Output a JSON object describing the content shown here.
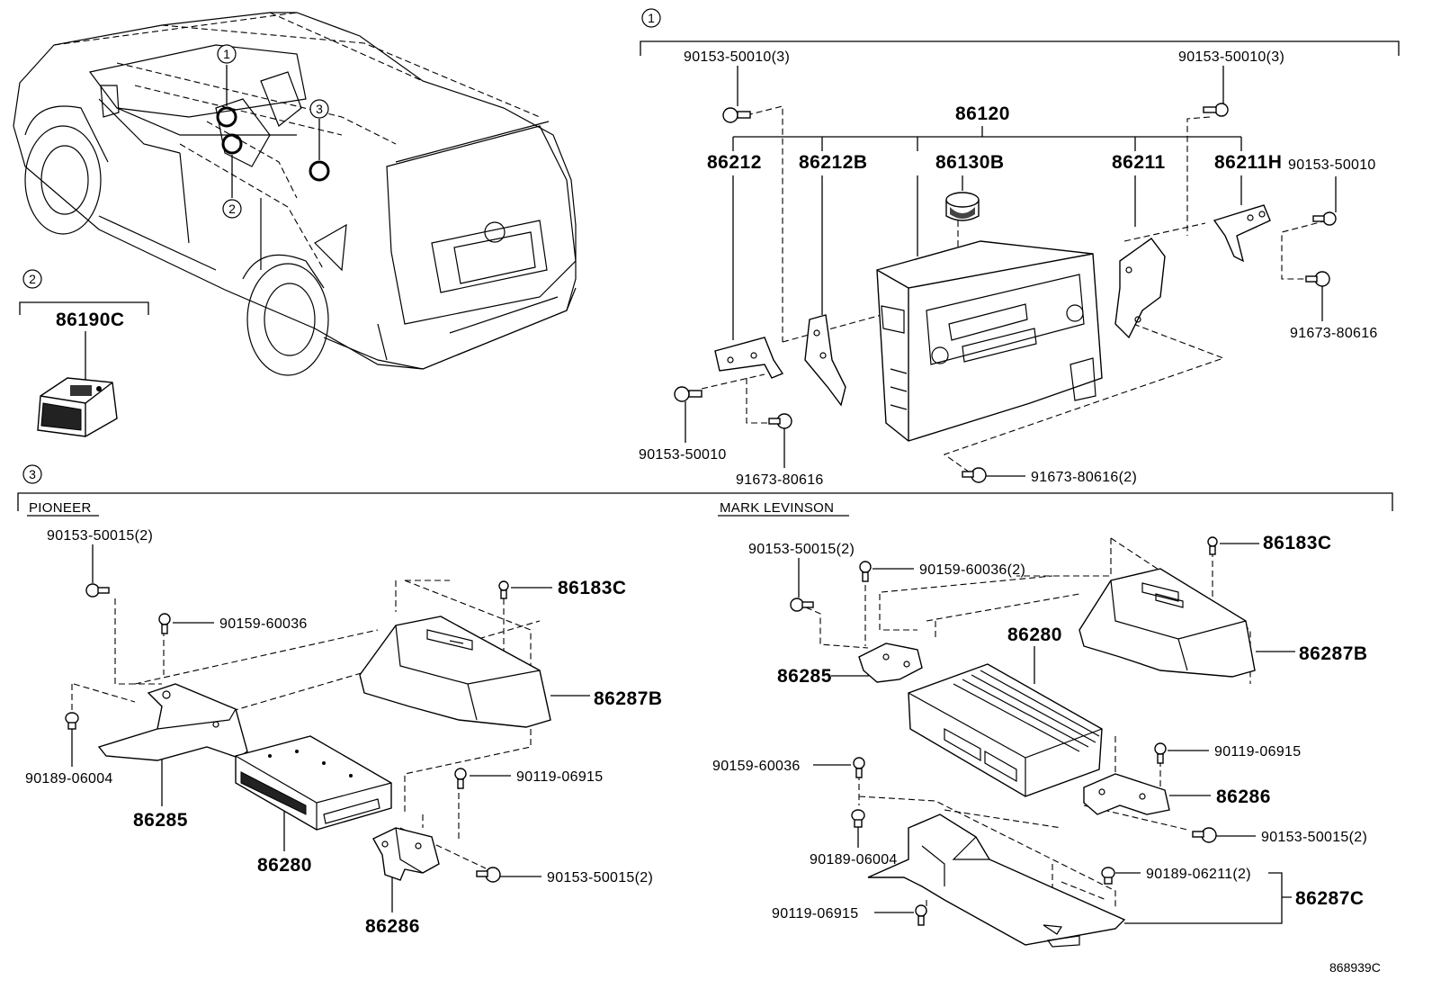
{
  "group1": {
    "callout": "1",
    "labels": {
      "bolt_tl": "90153-50010(3)",
      "bolt_tr": "90153-50010(3)",
      "assy": "86120",
      "b_86212": "86212",
      "b_86212B": "86212B",
      "knob": "86130B",
      "b_86211": "86211",
      "b_86211H": "86211H",
      "bolt_r": "90153-50010",
      "screw_r": "91673-80616",
      "bolt_bl": "90153-50010",
      "screw_bl": "91673-80616",
      "screw_b": "91673-80616(2)"
    }
  },
  "group2": {
    "callout": "2",
    "labels": {
      "unit": "86190C"
    }
  },
  "group3": {
    "callout": "3",
    "pioneer": {
      "title": "PIONEER",
      "labels": {
        "bolt_tl": "90153-50015(2)",
        "bolt_2": "90159-60036",
        "clip_top": "86183C",
        "cover": "86287B",
        "clip_l": "90189-06004",
        "bracket_l": "86285",
        "amp": "86280",
        "bolt_r": "90119-06915",
        "bolt_br": "90153-50015(2)",
        "bracket_r": "86286"
      }
    },
    "mark_levinson": {
      "title": "MARK LEVINSON",
      "labels": {
        "bolt_tl": "90153-50015(2)",
        "bolt_2": "90159-60036(2)",
        "clip_top": "86183C",
        "amp": "86280",
        "cover": "86287B",
        "bracket_l": "86285",
        "bolt_l": "90159-60036",
        "bolt_r": "90119-06915",
        "bracket_r": "86286",
        "bolt_br": "90153-50015(2)",
        "clip_l": "90189-06004",
        "clip_br": "90189-06211(2)",
        "cover_b": "86287C",
        "bolt_bl": "90119-06915"
      }
    }
  },
  "vehicle": {
    "callouts": [
      "1",
      "2",
      "3"
    ]
  },
  "diagram_code": "868939C"
}
